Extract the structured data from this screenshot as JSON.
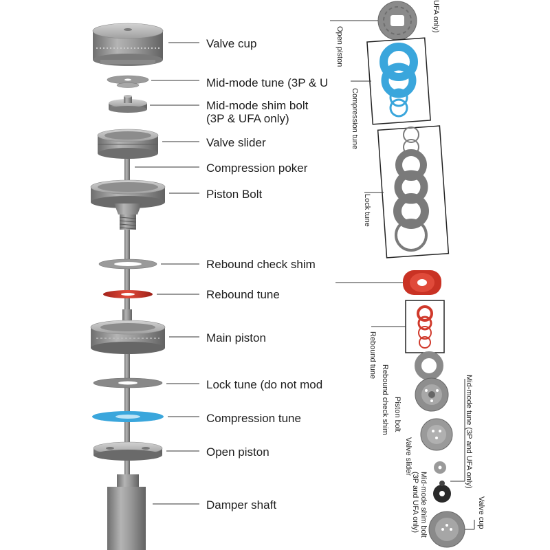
{
  "left_labels": {
    "valve_cup": "Valve cup",
    "mid_mode_tune": "Mid-mode tune (3P & U",
    "mid_mode_shim_bolt_1": "Mid-mode shim bolt",
    "mid_mode_shim_bolt_2": "(3P & UFA only)",
    "valve_slider": "Valve slider",
    "compression_poker": "Compression poker",
    "piston_bolt": "Piston Bolt",
    "rebound_check_shim": "Rebound check shim",
    "rebound_tune": "Rebound tune",
    "main_piston": "Main piston",
    "lock_tune": "Lock tune (do not mod",
    "compression_tune": "Compression tune",
    "open_piston": "Open piston",
    "damper_shaft": "Damper shaft"
  },
  "right_labels": {
    "ufa_only": "UFA only)",
    "open_piston": "Open piston",
    "compression_tune": "Compression tune",
    "lock_tune": "Lock tune",
    "rebound_tune": "Rebound tune",
    "rebound_check_shim": "Rebound check shim",
    "piston_bolt": "Piston bolt",
    "mid_mode_tune": "Mid-mode tune (3P and UFA only)",
    "valve_slider": "Valve slider",
    "mid_mode_shim_bolt_1": "Mid-mode shim bolt",
    "mid_mode_shim_bolt_2": "(3P and UFA only)",
    "valve_cup": "Valve cup"
  },
  "colors": {
    "metal": "#8e8e8e",
    "metal_dark": "#6a6a6a",
    "metal_light": "#b8b8b8",
    "compression_blue": "#3aa6dc",
    "rebound_red": "#d0392b",
    "lock_grey": "#7a7a7a",
    "leader_line": "#333333"
  }
}
